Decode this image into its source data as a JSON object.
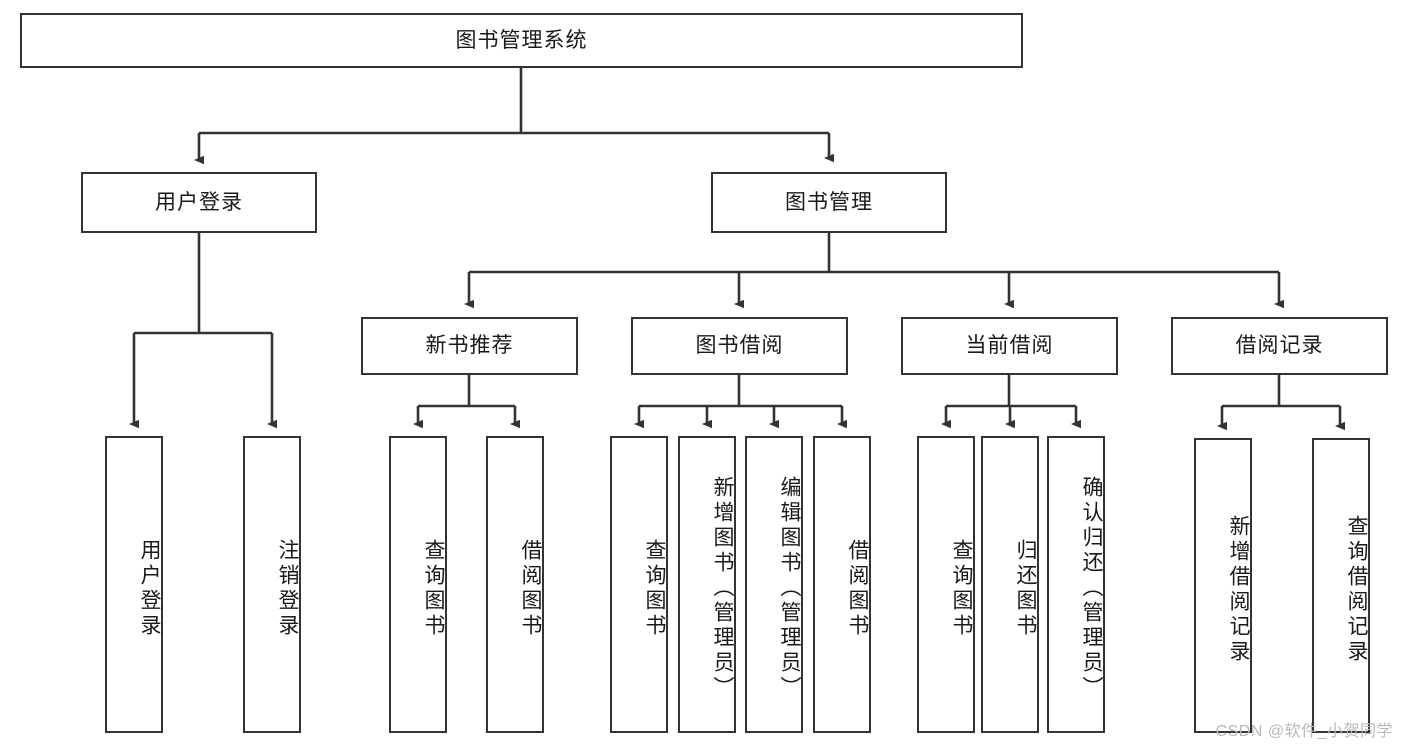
{
  "diagram": {
    "title_node": {
      "label": "图书管理系统"
    },
    "level2": [
      {
        "label": "用户登录"
      },
      {
        "label": "图书管理"
      }
    ],
    "level3": [
      {
        "label": "新书推荐"
      },
      {
        "label": "图书借阅"
      },
      {
        "label": "当前借阅"
      },
      {
        "label": "借阅记录"
      }
    ],
    "leaves": {
      "user_login": [
        {
          "label": "用户登录"
        },
        {
          "label": "注销登录"
        }
      ],
      "new_book_recommend": [
        {
          "label": "查询图书"
        },
        {
          "label": "借阅图书"
        }
      ],
      "book_borrow": [
        {
          "label": "查询图书"
        },
        {
          "label": "新增图书（管理员）"
        },
        {
          "label": "编辑图书（管理员）"
        },
        {
          "label": "借阅图书"
        }
      ],
      "current_borrow": [
        {
          "label": "查询图书"
        },
        {
          "label": "归还图书"
        },
        {
          "label": "确认归还（管理员）"
        }
      ],
      "borrow_record": [
        {
          "label": "新增借阅记录"
        },
        {
          "label": "查询借阅记录"
        }
      ]
    }
  },
  "watermark": {
    "text": "CSDN @软件_小贺同学"
  },
  "colors": {
    "stroke": "#333333",
    "fill": "#ffffff",
    "text": "#1a1a1a",
    "watermark": "#b9b9b9"
  }
}
